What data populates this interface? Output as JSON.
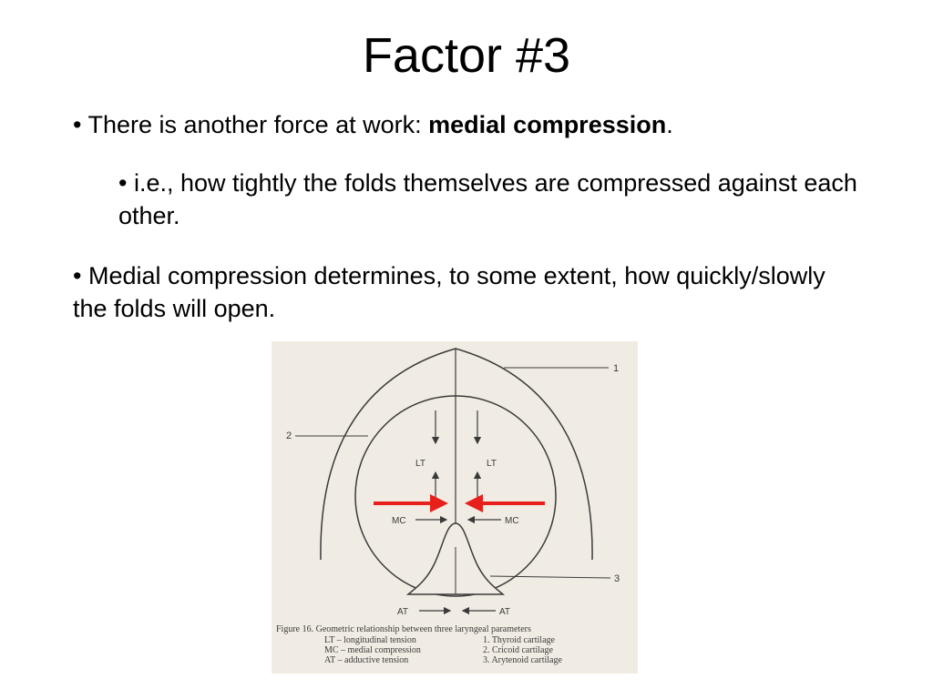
{
  "slide": {
    "title": "Factor #3",
    "bullet1": {
      "prefix": "• There is another force at work: ",
      "bold": "medial compression",
      "suffix": "."
    },
    "bullet2": "• i.e., how tightly the folds themselves are compressed against each other.",
    "bullet3": "• Medial compression determines, to some extent, how quickly/slowly the folds will open."
  },
  "figure": {
    "callouts": {
      "c1": "1",
      "c2": "2",
      "c3": "3"
    },
    "labels": {
      "lt_left": "LT",
      "lt_right": "LT",
      "mc_left": "MC",
      "mc_right": "MC",
      "at_left": "AT",
      "at_right": "AT"
    },
    "caption": {
      "title": "Figure 16.  Geometric relationship between three laryngeal parameters",
      "legend_left": [
        "LT – longitudinal tension",
        "MC – medial compression",
        "AT – adductive tension"
      ],
      "legend_right": [
        "1.  Thyroid cartilage",
        "2.  Cricoid cartilage",
        "3.  Arytenoid cartilage"
      ]
    },
    "colors": {
      "highlight_arrow": "#e8201c",
      "ink": "#3a3a3a",
      "paper": "#f1ece3"
    }
  }
}
